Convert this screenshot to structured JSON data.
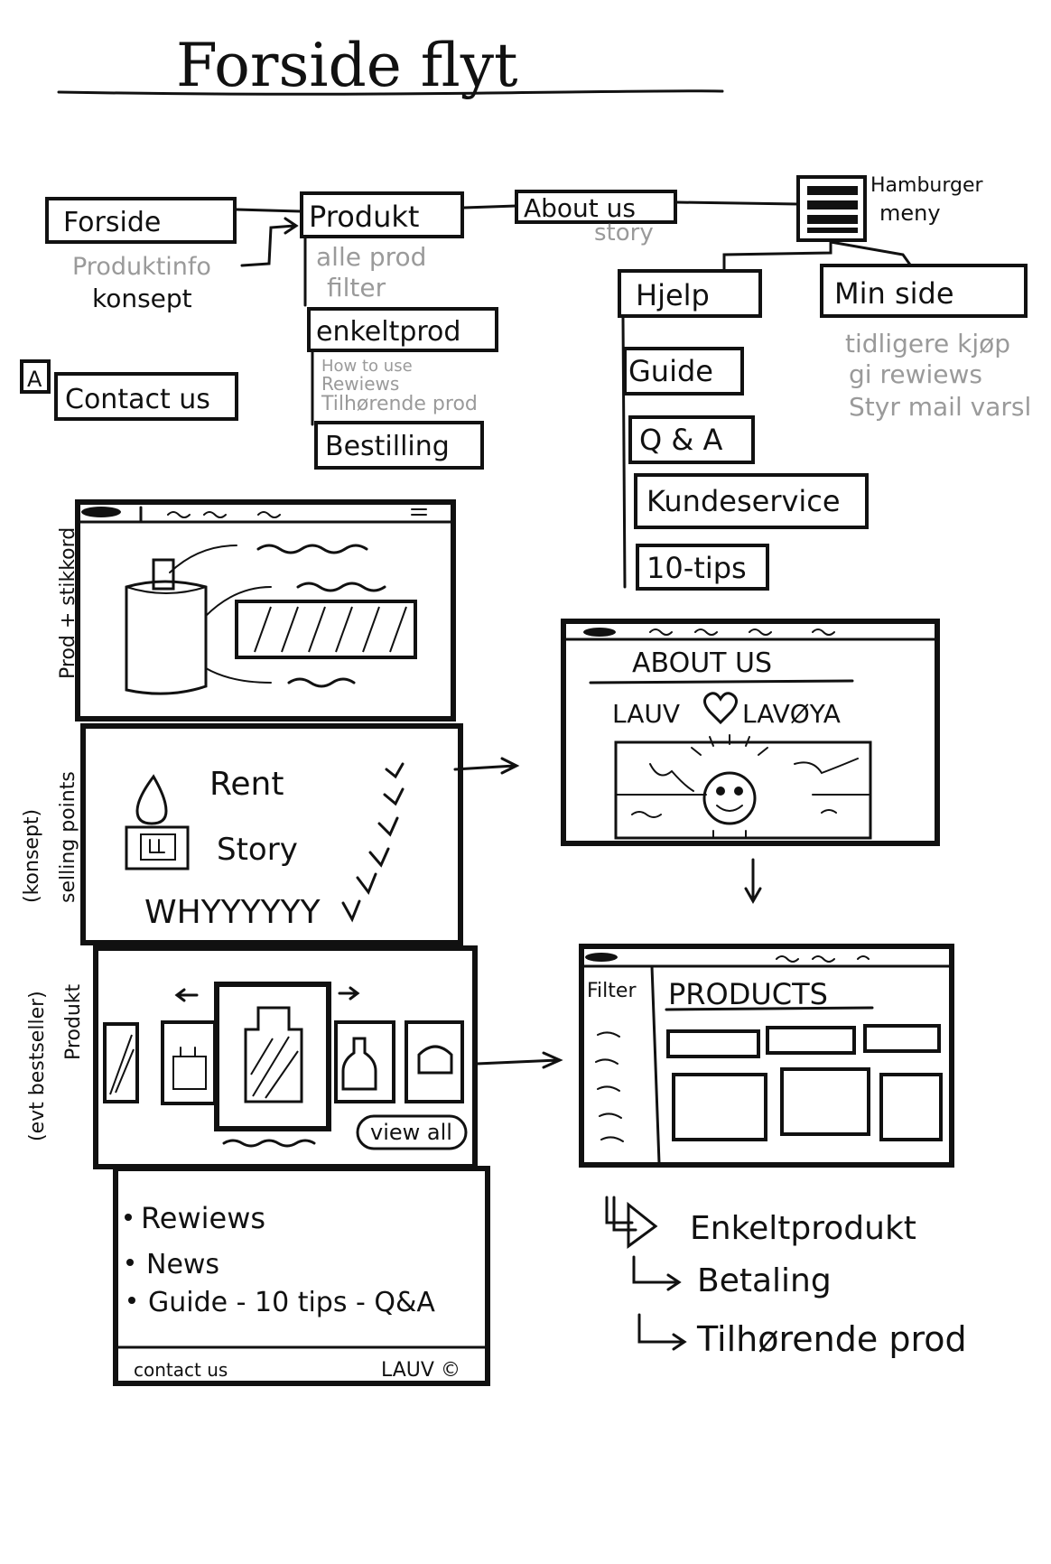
{
  "title": "Forside flyt",
  "sitemap": {
    "forside": {
      "label": "Forside",
      "notes": [
        "Produktinfo"
      ],
      "subnote": "konsept"
    },
    "contact": {
      "badge": "A",
      "label": "Contact us"
    },
    "produkt": {
      "label": "Produkt",
      "notes": [
        "alle prod",
        "filter"
      ]
    },
    "enkeltprod": {
      "label": "enkeltprod",
      "notes": [
        "How to use",
        "Rewiews",
        "Tilhørende prod"
      ]
    },
    "bestilling": {
      "label": "Bestilling"
    },
    "about": {
      "label": "About us",
      "note": "story"
    },
    "hamburger": {
      "label_line1": "Hamburger",
      "label_line2": "meny"
    },
    "hjelp": {
      "label": "Hjelp"
    },
    "help_items": [
      "Guide",
      "Q & A",
      "Kundeservice",
      "10-tips"
    ],
    "min_side": {
      "label": "Min side",
      "notes": [
        "tidligere kjøp",
        "gi rewiews",
        "Styr mail varsl"
      ]
    }
  },
  "homepage_sections": {
    "hero": {
      "side_label": "Prod + stikkord"
    },
    "selling": {
      "side_label_1": "(konsept)",
      "side_label_2": "selling points",
      "points": [
        "Rent",
        "Story"
      ],
      "why_text": "WHYYYYYY"
    },
    "products": {
      "side_label_1": "(evt bestseller)",
      "side_label_2": "Produkt",
      "view_all": "view all"
    },
    "footer_section": {
      "bullets": [
        "Rewiews",
        "News",
        "Guide - 10 tips - Q&A"
      ],
      "contact": "contact us",
      "brand": "LAUV ©"
    }
  },
  "about_page": {
    "heading": "ABOUT US",
    "tagline_left": "LAUV",
    "tagline_right": "LAVØYA"
  },
  "products_page": {
    "filter_label": "Filter",
    "heading": "PRODUCTS",
    "flow": [
      "Enkeltprodukt",
      "Betaling",
      "Tilhørende prod"
    ]
  }
}
